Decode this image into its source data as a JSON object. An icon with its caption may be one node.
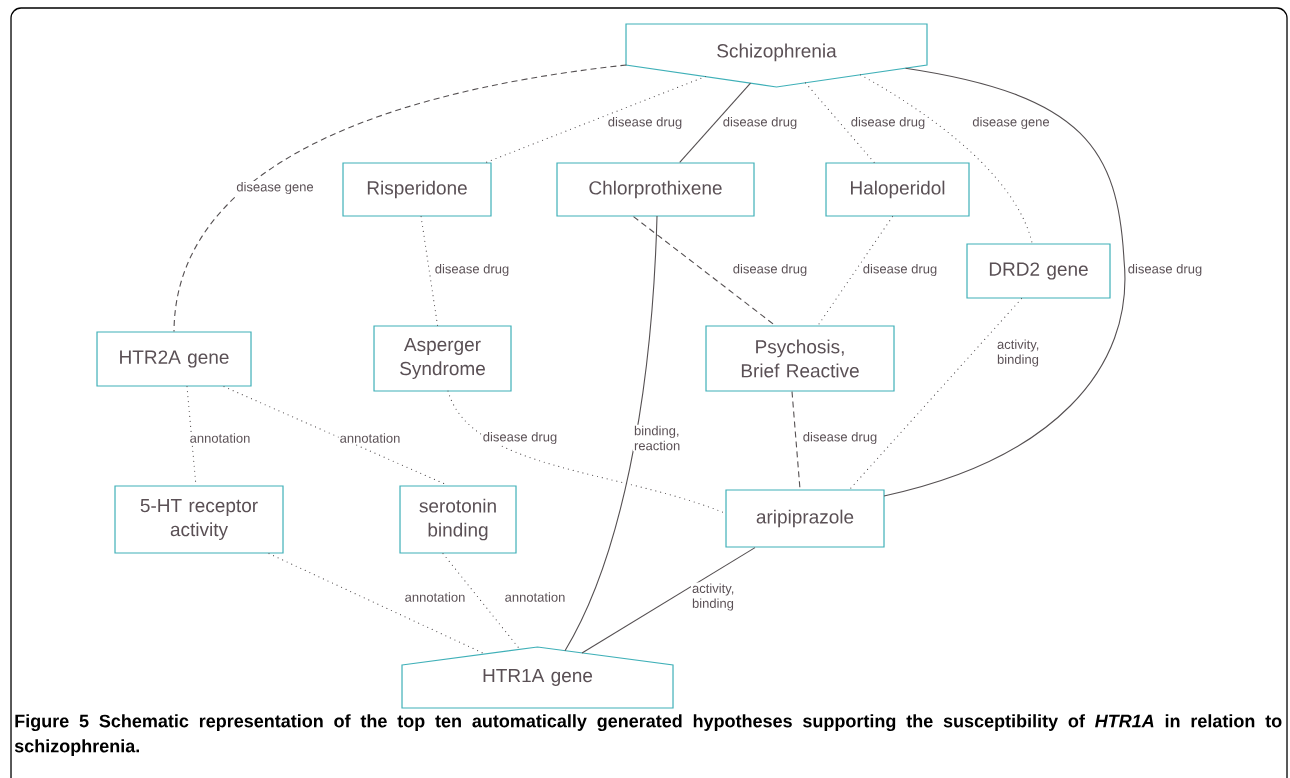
{
  "diagram": {
    "caption": "Figure 5 Schematic representation of the top ten automatically generated hypotheses supporting the susceptibility of *HTR1A* in relation to schizophrenia.",
    "nodes": [
      {
        "text": [
          "Schizophrenia"
        ]
      },
      {
        "text": [
          "Risperidone"
        ]
      },
      {
        "text": [
          "Chlorprothixene"
        ]
      },
      {
        "text": [
          "Haloperidol"
        ]
      },
      {
        "text": [
          "DRD2 gene"
        ]
      },
      {
        "text": [
          "HTR2A gene"
        ]
      },
      {
        "text": [
          "Asperger Syndrome"
        ]
      },
      {
        "text": [
          "Psychosis, Brief Reactive"
        ]
      },
      {
        "text": [
          "5-HT receptor activity"
        ]
      },
      {
        "text": [
          "serotonin binding"
        ]
      },
      {
        "text": [
          "aripiprazole"
        ]
      },
      {
        "text": [
          "HTR1A gene"
        ]
      }
    ],
    "edges": [
      {
        "from": 0,
        "to": 5,
        "arrow": "none",
        "label": "disease gene",
        "style": "dashed"
      },
      {
        "from": 0,
        "to": 1,
        "arrow": "none",
        "label": "disease drug",
        "style": "dashed"
      },
      {
        "from": 0,
        "to": 2,
        "arrow": "none",
        "label": "disease drug"
      },
      {
        "from": 0,
        "to": 3,
        "arrow": "none",
        "label": "disease drug",
        "style": "dashed"
      },
      {
        "from": 0,
        "to": 4,
        "arrow": "none",
        "label": "disease gene",
        "style": "dashed"
      },
      {
        "from": 0,
        "to": 10,
        "arrow": "none",
        "label": "disease drug"
      },
      {
        "from": 1,
        "to": 6,
        "arrow": "none",
        "label": "disease drug",
        "style": "dashed"
      },
      {
        "from": 2,
        "to": 7,
        "arrow": "none",
        "label": "disease drug",
        "style": "dashed"
      },
      {
        "from": 3,
        "to": 7,
        "arrow": "none",
        "label": "disease drug",
        "style": "dashed"
      },
      {
        "from": 2,
        "to": 11,
        "arrow": "none",
        "label": "binding, reaction"
      },
      {
        "from": 4,
        "to": 10,
        "arrow": "none",
        "label": "activity, binding",
        "style": "dashed"
      },
      {
        "from": 7,
        "to": 10,
        "arrow": "none",
        "label": "disease drug",
        "style": "dashed"
      },
      {
        "from": 5,
        "to": 8,
        "arrow": "none",
        "label": "annotation",
        "style": "dashed"
      },
      {
        "from": 5,
        "to": 9,
        "arrow": "none",
        "label": "annotation",
        "style": "dashed"
      },
      {
        "from": 6,
        "to": 10,
        "arrow": "none",
        "label": "disease drug",
        "style": "dashed"
      },
      {
        "from": 8,
        "to": 11,
        "arrow": "none",
        "label": "annotation",
        "style": "dashed"
      },
      {
        "from": 9,
        "to": 11,
        "arrow": "none",
        "label": "annotation",
        "style": "dashed"
      },
      {
        "from": 10,
        "to": 11,
        "arrow": "none",
        "label": "activity, binding"
      }
    ]
  }
}
